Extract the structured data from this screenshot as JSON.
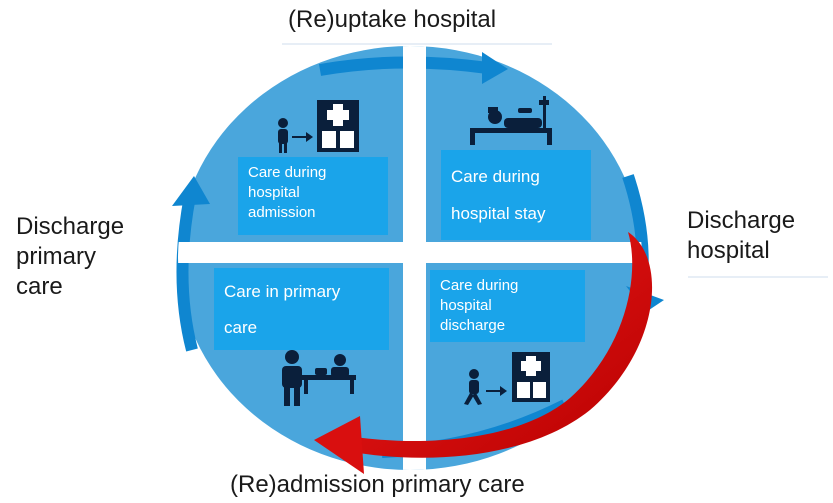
{
  "labels": {
    "top": "(Re)uptake hospital",
    "bottom": "(Re)admission primary care",
    "left": [
      "Discharge",
      "primary",
      "care"
    ],
    "right": [
      "Discharge",
      "hospital"
    ]
  },
  "quadrants": {
    "top_left": [
      "Care during",
      "hospital",
      "admission"
    ],
    "top_right": [
      "Care during",
      "hospital stay"
    ],
    "bottom_left": [
      "Care in primary",
      "care"
    ],
    "bottom_right": [
      "Care during",
      "hospital",
      "discharge"
    ]
  },
  "icons": [
    "person-to-hospital-icon",
    "hospital-bed-icon",
    "doctor-patient-desk-icon",
    "walking-person-to-hospital-icon"
  ],
  "colors": {
    "circle": "#4aa6dc",
    "circle_ring": "#0f86d0",
    "box": "#1aa4ea",
    "cross": "#ffffff",
    "red_arrow": "#d90f0f",
    "icon": "#0a1f3b"
  }
}
